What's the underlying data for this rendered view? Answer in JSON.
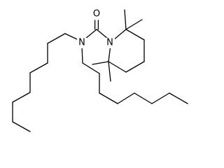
{
  "diagram": {
    "atoms": [
      {
        "id": "O1",
        "symbol": "O"
      },
      {
        "id": "N1",
        "symbol": "N"
      },
      {
        "id": "N2",
        "symbol": "N"
      }
    ]
  }
}
